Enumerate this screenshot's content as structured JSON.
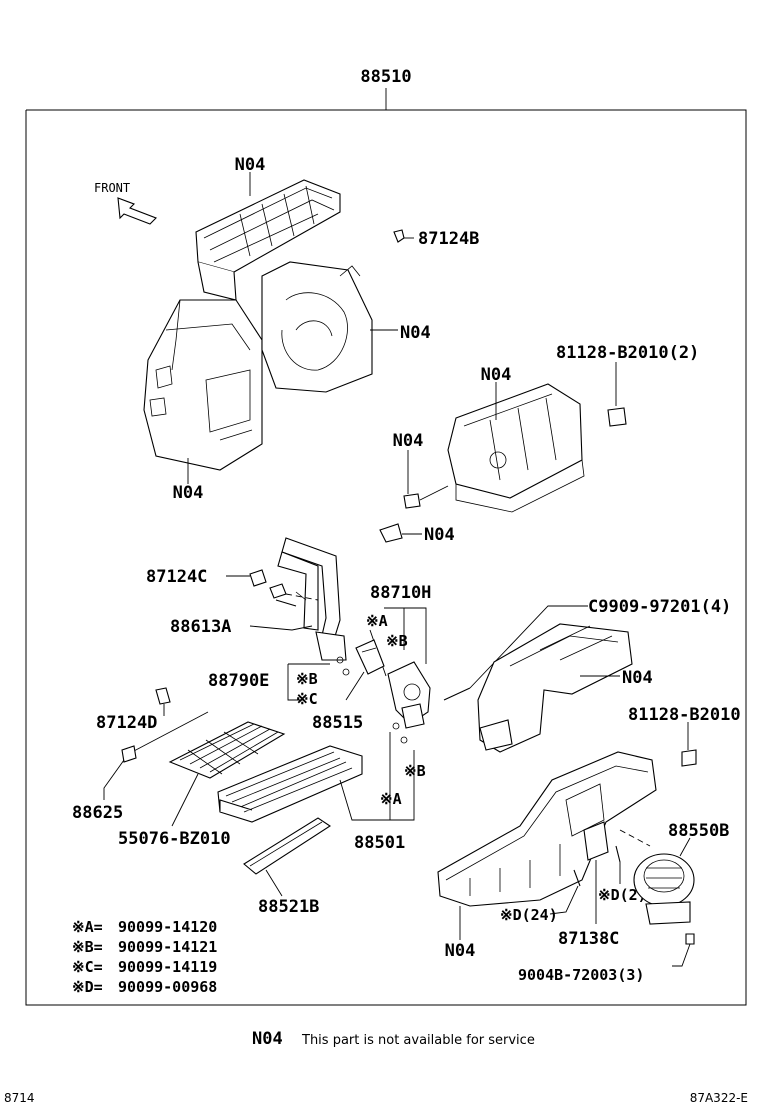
{
  "assembly_label": "88510",
  "front_label": "FRONT",
  "callouts": {
    "n04_top": "N04",
    "c87124b": "87124B",
    "n04_blower_case": "N04",
    "c81128_b2010_2": "81128-B2010(2)",
    "n04_intake_upper": "N04",
    "n04_left_case": "N04",
    "n04_servo": "N04",
    "n04_servo_lower": "N04",
    "c87124c": "87124C",
    "c88710h": "88710H",
    "c99909_97201_4": "C9909-97201(4)",
    "c88613a": "88613A",
    "mark_a_upper": "※A",
    "mark_b_upper": "※B",
    "c88790e": "88790E",
    "mark_b_mid": "※B",
    "mark_c_mid": "※C",
    "n04_duct": "N04",
    "c87124d": "87124D",
    "c88515": "88515",
    "c81128_b2010": "81128-B2010",
    "mark_b_lower": "※B",
    "c88625": "88625",
    "mark_a_lower": "※A",
    "c88550b": "88550B",
    "c55076_bz010": "55076-BZ010",
    "c88501": "88501",
    "mark_d2": "※D(2)",
    "c88521b": "88521B",
    "mark_d24": "※D(24)",
    "c87138c": "87138C",
    "n04_bottom": "N04",
    "c9004b_72003_3": "9004B-72003(3)"
  },
  "legend": [
    {
      "mark": "※A=",
      "part": "90099-14120"
    },
    {
      "mark": "※B=",
      "part": "90099-14121"
    },
    {
      "mark": "※C=",
      "part": "90099-14119"
    },
    {
      "mark": "※D=",
      "part": "90099-00968"
    }
  ],
  "note": {
    "code": "N04",
    "text": "This part is not available for service"
  },
  "footer": {
    "left": "8714",
    "right": "87A322-E"
  }
}
